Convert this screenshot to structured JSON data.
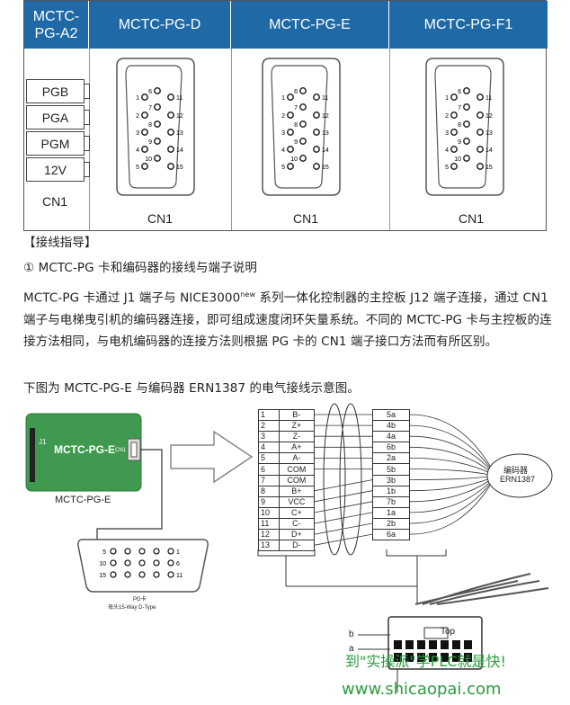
{
  "table": {
    "headers": [
      "MCTC-\nPG-A2",
      "MCTC-PG-D",
      "MCTC-PG-E",
      "MCTC-PG-F1"
    ],
    "a2_terminals": [
      "PGB",
      "PGA",
      "PGM",
      "12V"
    ],
    "cn1_label": "CN1",
    "db15_pins": [
      "1",
      "2",
      "3",
      "4",
      "5",
      "6",
      "7",
      "8",
      "9",
      "10",
      "11",
      "12",
      "13",
      "14",
      "15"
    ]
  },
  "section": {
    "title": "【接线指导】",
    "subtitle": "① MCTC-PG 卡和编码器的接线与端子说明",
    "para1": "MCTC-PG 卡通过 J1 端子与 NICE3000",
    "para1_sup": "new",
    "para1_cont": " 系列一体化控制器的主控板 J12 端子连接，通过 CN1 端子与电梯曳引机的编码器连接，即可组成速度闭环矢量系统。不同的 MCTC-PG 卡与主控板的连接方法相同，与电机编码器的连接方法则根据 PG 卡的 CN1 端子接口方法而有所区别。",
    "para2": "下图为 MCTC-PG-E 与编码器 ERN1387 的电气接线示意图。"
  },
  "diagram": {
    "board_label": "MCTC-PG-E",
    "board_j1": "J1",
    "board_cn1": "CN1",
    "board_caption": "MCTC-PG-E",
    "left_rows": [
      [
        "1",
        "B-"
      ],
      [
        "2",
        "Z+"
      ],
      [
        "3",
        "Z-"
      ],
      [
        "4",
        "A+"
      ],
      [
        "5",
        "A-"
      ],
      [
        "6",
        "COM"
      ],
      [
        "7",
        "COM"
      ],
      [
        "8",
        "B+"
      ],
      [
        "9",
        "VCC"
      ],
      [
        "10",
        "C+"
      ],
      [
        "11",
        "C-"
      ],
      [
        "12",
        "D+"
      ],
      [
        "13",
        "D-"
      ]
    ],
    "right_rows": [
      "5a",
      "4b",
      "4a",
      "6b",
      "2a",
      "5b",
      "3b",
      "1b",
      "7b",
      "1a",
      "2b",
      "6a"
    ],
    "encoder_label_1": "编码器",
    "encoder_label_2": "ERN1387",
    "dsub_row1": [
      "5",
      "",
      "",
      "",
      "",
      "1"
    ],
    "dsub_row2": [
      "10",
      "",
      "",
      "",
      "",
      "6"
    ],
    "dsub_row3": [
      "15",
      "",
      "",
      "",
      "",
      "11"
    ],
    "dsub_caption_1": "PG卡",
    "dsub_caption_2": "母头15-Way D-Type",
    "connector_top": "Top",
    "connector_b": "b",
    "connector_a": "a"
  },
  "watermark": {
    "line1": "到\"实操派\"学PLC就是快!",
    "line2": "www.shicaopai.com"
  },
  "colors": {
    "header_blue": "#1f6aa6",
    "board_green": "#3f9a4f",
    "watermark_green": "#2a9d3f"
  }
}
